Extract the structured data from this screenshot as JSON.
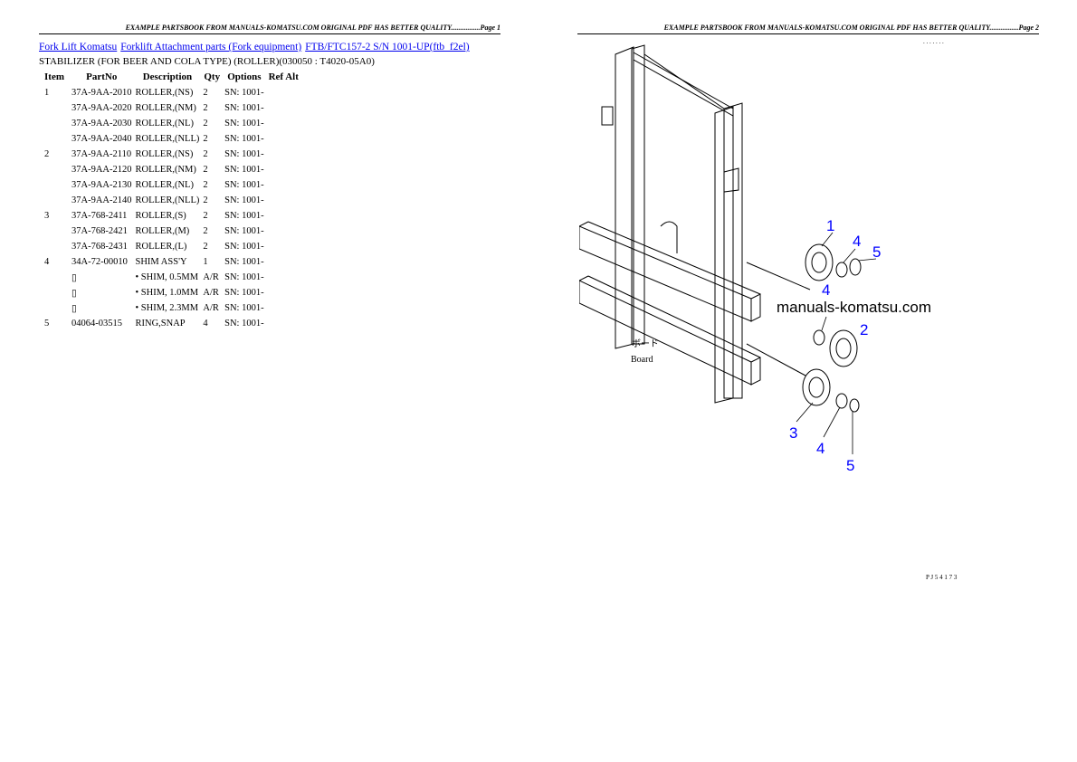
{
  "page1": {
    "header": "EXAMPLE PARTSBOOK FROM MANUALS-KOMATSU.COM ORIGINAL PDF HAS BETTER QUALITY................Page 1"
  },
  "page2": {
    "header": "EXAMPLE PARTSBOOK FROM MANUALS-KOMATSU.COM ORIGINAL PDF HAS BETTER QUALITY................Page 2"
  },
  "breadcrumb": [
    "Fork Lift Komatsu",
    "Forklift Attachment parts (Fork equipment)",
    "FTB/FTC157-2 S/N 1001-UP(ftb_f2el)"
  ],
  "subtitle": "STABILIZER (FOR BEER AND COLA TYPE) (ROLLER)(030050 : T4020-05A0)",
  "table": {
    "headers": [
      "Item",
      "PartNo",
      "Description",
      "Qty",
      "Options",
      "Ref Alt"
    ],
    "rows": [
      [
        "1",
        "37A-9AA-2010",
        "ROLLER,(NS)",
        "2",
        "SN: 1001-",
        ""
      ],
      [
        "",
        "37A-9AA-2020",
        "ROLLER,(NM)",
        "2",
        "SN: 1001-",
        ""
      ],
      [
        "",
        "37A-9AA-2030",
        "ROLLER,(NL)",
        "2",
        "SN: 1001-",
        ""
      ],
      [
        "",
        "37A-9AA-2040",
        "ROLLER,(NLL)",
        "2",
        "SN: 1001-",
        ""
      ],
      [
        "2",
        "37A-9AA-2110",
        "ROLLER,(NS)",
        "2",
        "SN: 1001-",
        ""
      ],
      [
        "",
        "37A-9AA-2120",
        "ROLLER,(NM)",
        "2",
        "SN: 1001-",
        ""
      ],
      [
        "",
        "37A-9AA-2130",
        "ROLLER,(NL)",
        "2",
        "SN: 1001-",
        ""
      ],
      [
        "",
        "37A-9AA-2140",
        "ROLLER,(NLL)",
        "2",
        "SN: 1001-",
        ""
      ],
      [
        "3",
        "37A-768-2411",
        "ROLLER,(S)",
        "2",
        "SN: 1001-",
        ""
      ],
      [
        "",
        "37A-768-2421",
        "ROLLER,(M)",
        "2",
        "SN: 1001-",
        ""
      ],
      [
        "",
        "37A-768-2431",
        "ROLLER,(L)",
        "2",
        "SN: 1001-",
        ""
      ],
      [
        "4",
        "34A-72-00010",
        "SHIM ASS'Y",
        "1",
        "SN: 1001-",
        ""
      ],
      [
        "",
        "▯",
        "• SHIM, 0.5MM",
        "A/R",
        "SN: 1001-",
        ""
      ],
      [
        "",
        "▯",
        "• SHIM, 1.0MM",
        "A/R",
        "SN: 1001-",
        ""
      ],
      [
        "",
        "▯",
        "• SHIM, 2.3MM",
        "A/R",
        "SN: 1001-",
        ""
      ],
      [
        "5",
        "04064-03515",
        "RING,SNAP",
        "4",
        "SN: 1001-",
        ""
      ]
    ]
  },
  "diagram": {
    "watermark": "manuals-komatsu.com",
    "board_jp": "ボード",
    "board_en": "Board",
    "callouts": [
      "1",
      "4",
      "5",
      "4",
      "2",
      "3",
      "4",
      "5"
    ],
    "top_code": ". . . . . . .",
    "bottom_code": "P J 5 4 1 7 3",
    "label_color": "#0000ff"
  }
}
